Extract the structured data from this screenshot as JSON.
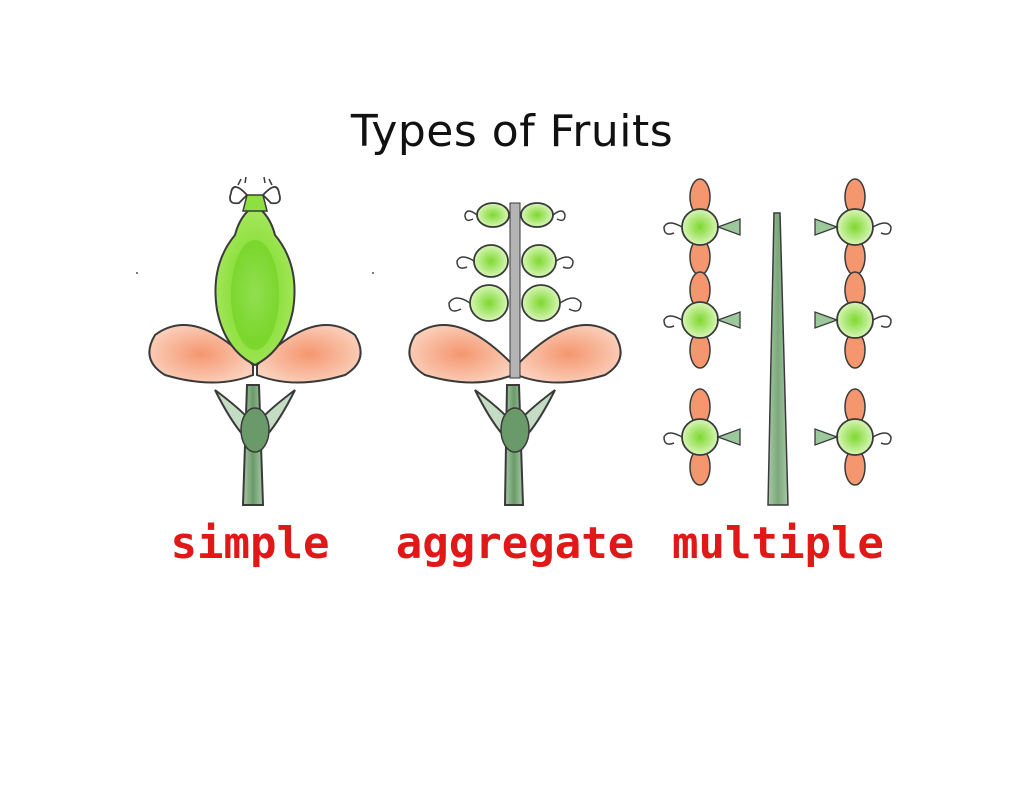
{
  "slide": {
    "title": "Types of Fruits"
  },
  "panels": [
    {
      "id": "simple",
      "label": "simple"
    },
    {
      "id": "aggregate",
      "label": "aggregate"
    },
    {
      "id": "multiple",
      "label": "multiple"
    }
  ],
  "colors": {
    "label_red": "#e01818",
    "ovary_green": "#8ee040",
    "ovary_light": "#c8f49a",
    "petal_salmon": "#f49a7a",
    "petal_light": "#fbd0bc",
    "stem_green": "#6a9a6a",
    "stem_light": "#a8c8a8",
    "outline": "#3a3a3a"
  }
}
